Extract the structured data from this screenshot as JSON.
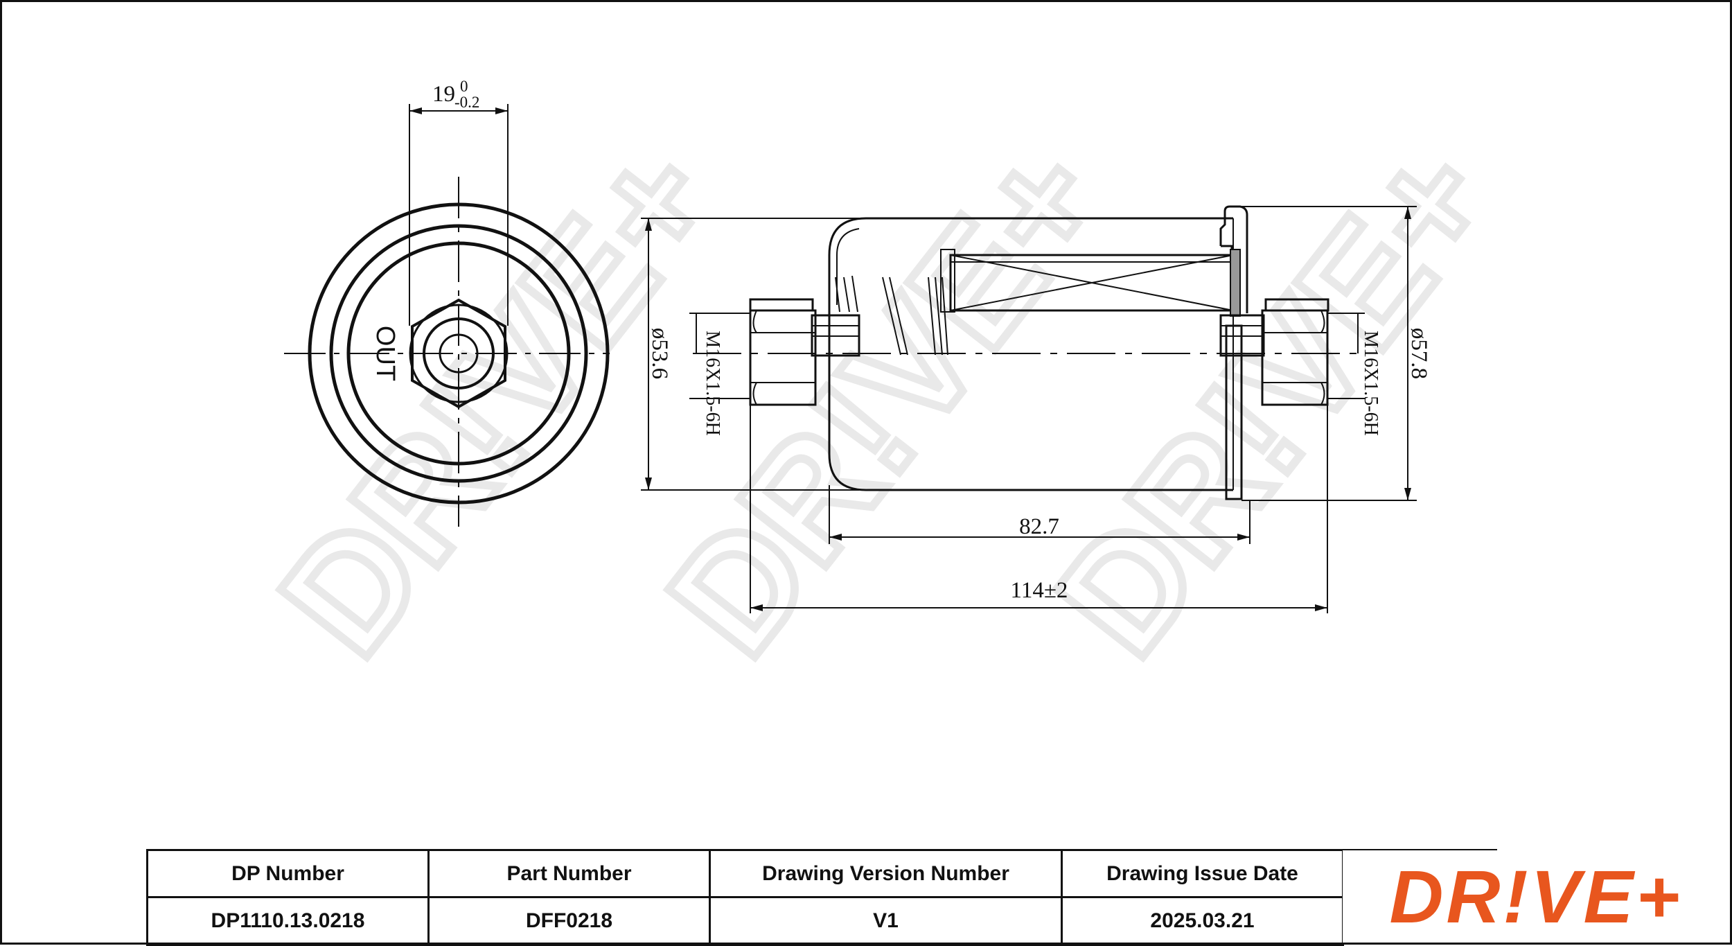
{
  "drawing": {
    "view_label": "OUT",
    "dims": {
      "hex_width": "19",
      "hex_tol_upper": "0",
      "hex_tol_lower": "-0.2",
      "dia_left": "ø53.6",
      "dia_right": "ø57.8",
      "thread_left": "M16X1.5-6H",
      "thread_right": "M16X1.5-6H",
      "body_length": "82.7",
      "overall_length": "114±2"
    },
    "watermark": "DR!VE+"
  },
  "title_block": {
    "headers": [
      "DP Number",
      "Part Number",
      "Drawing Version Number",
      "Drawing Issue Date"
    ],
    "values": [
      "DP1110.13.0218",
      "DFF0218",
      "V1",
      "2025.03.21"
    ]
  },
  "logo": {
    "text": "DR!VE+",
    "color": "#e8561e"
  }
}
